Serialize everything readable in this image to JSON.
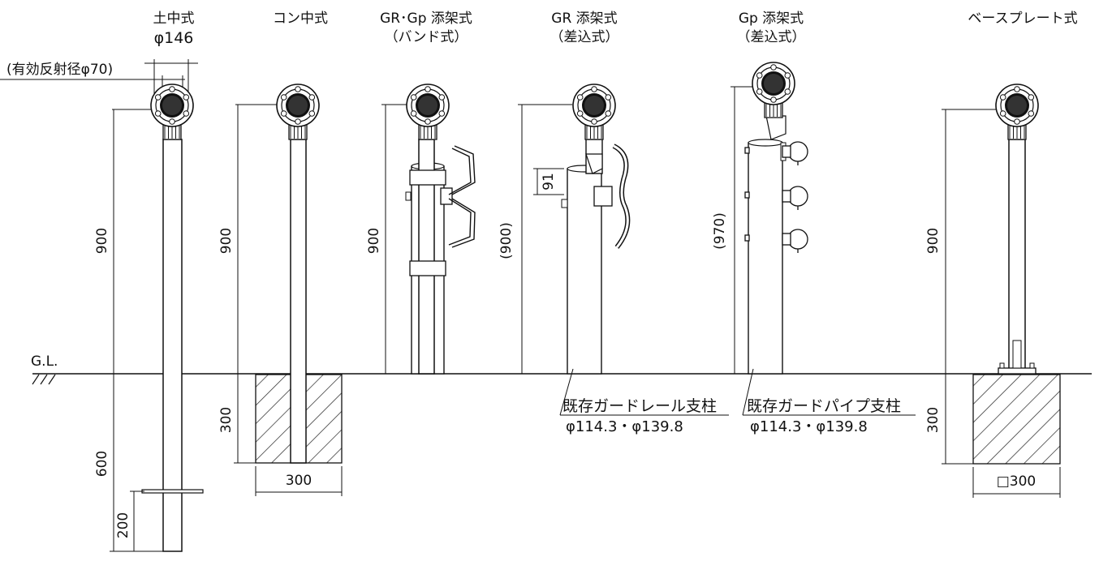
{
  "titles": {
    "t1a": "土中式",
    "t1b": "φ146",
    "t1c": "(有効反射径φ70)",
    "t2": "コン中式",
    "t3a": "GR･Gp 添架式",
    "t3b": "（バンド式）",
    "t4a": "GR 添架式",
    "t4b": "（差込式）",
    "t5a": "Gp 添架式",
    "t5b": "（差込式）",
    "t6": "ベースプレート式"
  },
  "gl": "G.L.",
  "dims": {
    "d900_1": "900",
    "d600": "600",
    "d200": "200",
    "d900_2": "900",
    "d300_2": "300",
    "w300": "300",
    "d900_3": "900",
    "d900p": "(900)",
    "d91": "91",
    "d970p": "(970)",
    "d900_6": "900",
    "d300_6": "300",
    "sq300": "□300"
  },
  "notes": {
    "guardrail_name": "既存ガードレール支柱",
    "guardrail_dia": "φ114.3・φ139.8",
    "guardpipe_name": "既存ガードパイプ支柱",
    "guardpipe_dia": "φ114.3・φ139.8"
  }
}
